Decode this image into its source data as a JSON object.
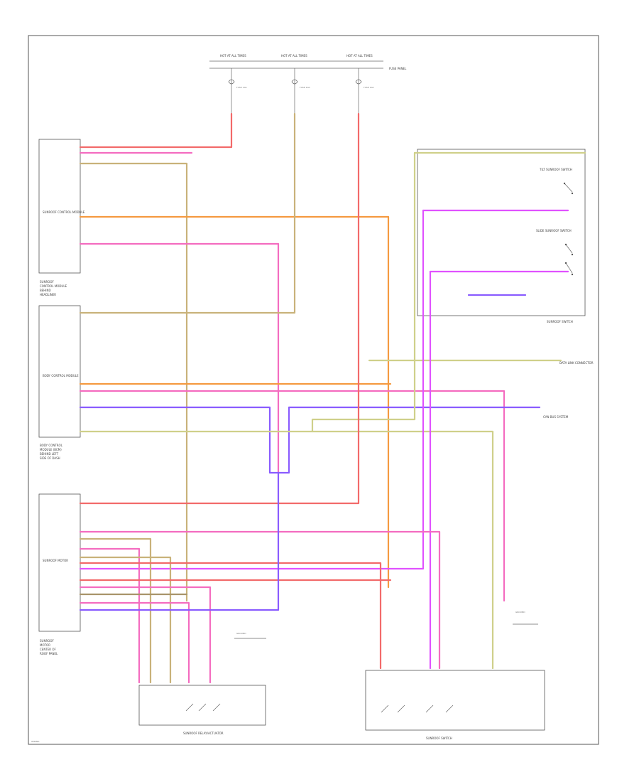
{
  "colors": {
    "red": "#f26a6a",
    "pink": "#f46cc0",
    "magenta": "#e052ff",
    "violet": "#8a5cff",
    "orange": "#f59a40",
    "tan": "#c9b27a",
    "yellow_green": "#cfd08a",
    "brown": "#a8946a",
    "frame": "#555555"
  },
  "icons": {
    "fuse": "fuse-icon",
    "ground": "ground-icon",
    "switch": "switch-contact-icon"
  },
  "page": {
    "footer_code": "WIRING"
  },
  "power": {
    "labels": [
      "HOT AT ALL TIMES",
      "HOT AT ALL TIMES",
      "HOT AT ALL TIMES"
    ],
    "fuse_panel": "FUSE PANEL",
    "fuses": [
      "FUSE 10A",
      "FUSE 10A",
      "FUSE 10A"
    ]
  },
  "modules": {
    "top": {
      "name": "SUNROOF CONTROL MODULE",
      "caption": [
        "SUNROOF",
        "CONTROL MODULE",
        "BEHIND",
        "HEADLINER"
      ]
    },
    "middle": {
      "name": "BODY CONTROL MODULE",
      "caption": [
        "BODY CONTROL",
        "MODULE (BCM)",
        "BEHIND LEFT",
        "SIDE OF DASH"
      ]
    },
    "bottom": {
      "name": "SUNROOF MOTOR",
      "caption": [
        "SUNROOF",
        "MOTOR",
        "CENTER OF",
        "ROOF PANEL"
      ]
    }
  },
  "switches": {
    "right_group_title": "SUNROOF SWITCH",
    "tilt": "TILT SUNROOF SWITCH",
    "slide": "SLIDE SUNROOF SWITCH",
    "data_link": "DATA LINK CONNECTOR",
    "canbus": "CAN BUS SYSTEM",
    "ground_label": "GROUND",
    "bottom_left": "SUNROOF RELAY/ACTUATOR",
    "bottom_right": "SUNROOF SWITCH"
  }
}
